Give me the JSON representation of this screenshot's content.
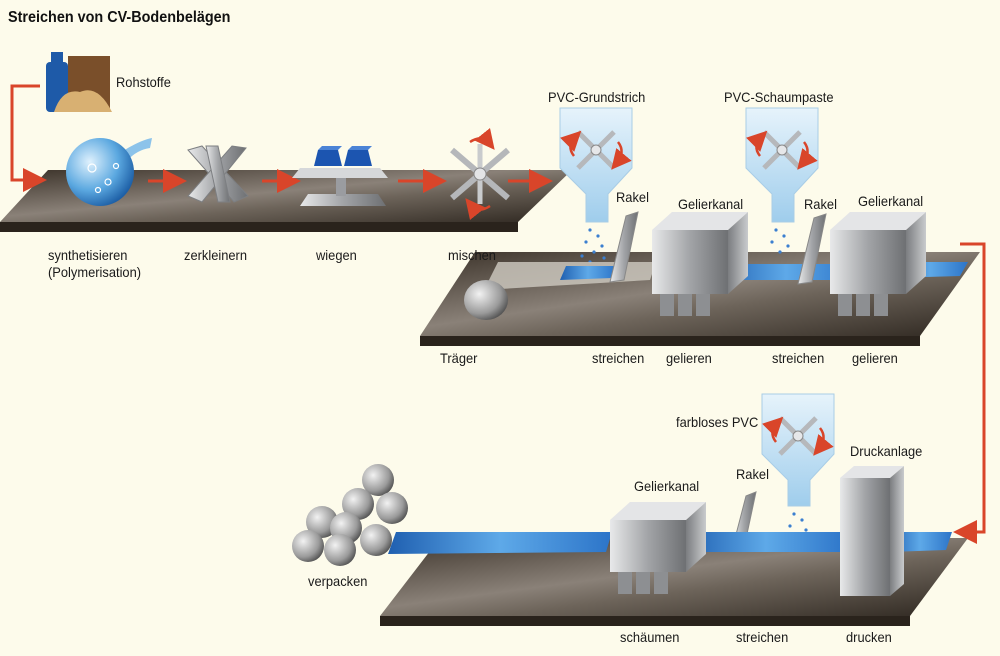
{
  "title": "Streichen von CV-Bodenbelägen",
  "labels": {
    "rohstoffe": "Rohstoffe",
    "synthetisieren": "synthetisieren",
    "polymerisation": "(Polymerisation)",
    "zerkleinern": "zerkleinern",
    "wiegen": "wiegen",
    "mischen": "mischen",
    "pvc_grundstrich": "PVC-Grundstrich",
    "pvc_schaumpaste": "PVC-Schaumpaste",
    "rakel": "Rakel",
    "gelierkanal": "Gelierkanal",
    "traeger": "Träger",
    "streichen": "streichen",
    "gelieren": "gelieren",
    "farbloses_pvc": "farbloses PVC",
    "druckanlage": "Druckanlage",
    "verpacken": "verpacken",
    "schaeumen": "schäumen",
    "drucken": "drucken"
  },
  "colors": {
    "background": "#fdfbeb",
    "arrow": "#d9452a",
    "sheet": "#3f8ed8",
    "platform_dark": "#4a3f32",
    "paste_tank": "#cfe6f5",
    "cube": "#a9abaf"
  }
}
